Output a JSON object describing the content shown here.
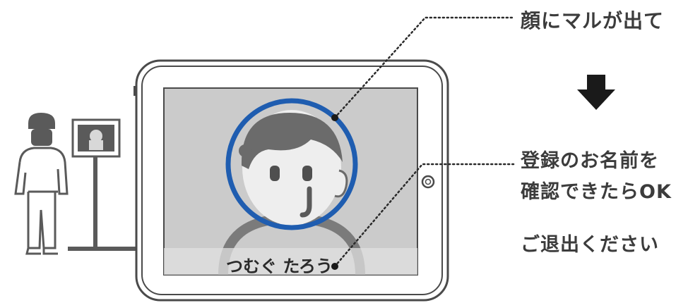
{
  "captions": {
    "face_circle": "顔にマルが出て",
    "confirm_line1": "登録のお名前を",
    "confirm_line2": "確認できたらOK",
    "exit": "ご退出ください"
  },
  "screen": {
    "name": "つむぐ たろう"
  },
  "icons": {
    "arrow": "down-arrow-icon",
    "person": "person-icon",
    "kiosk": "kiosk-terminal-icon",
    "tablet_button": "home-button-icon"
  },
  "colors": {
    "ring": "#1f5db0",
    "ink": "#3c3c3c",
    "screen_bg": "#cbcbcb",
    "figure": "#5a5a5a"
  }
}
